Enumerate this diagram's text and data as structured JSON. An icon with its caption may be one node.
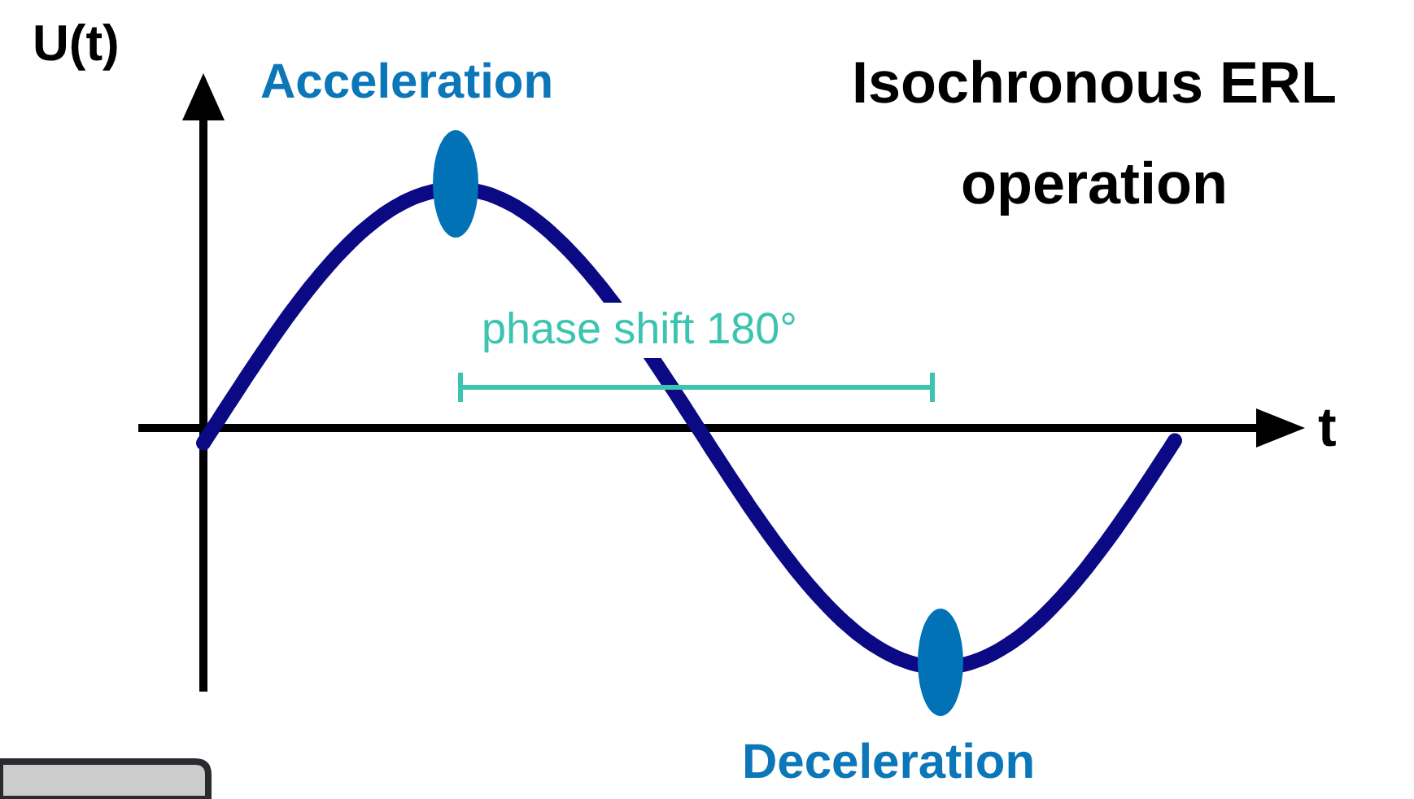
{
  "diagram": {
    "title": "Isochronous ERL operation",
    "labels": [
      "U(t)",
      "t",
      "Acceleration",
      "phase shift 180°",
      "Deceleration"
    ]
  }
}
